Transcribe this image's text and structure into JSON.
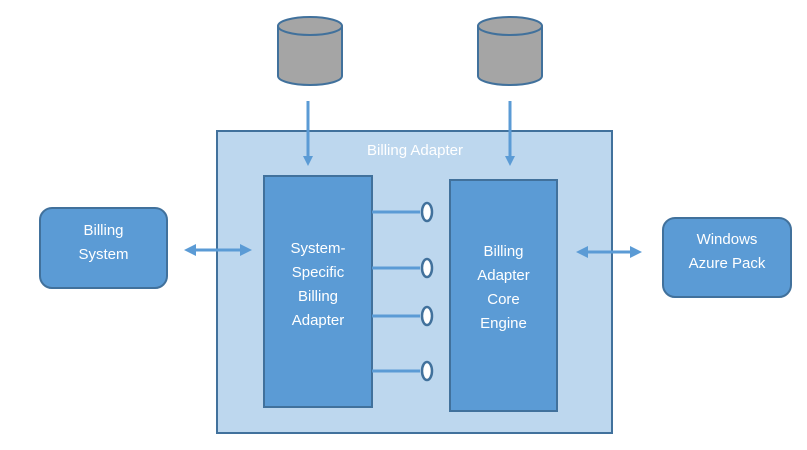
{
  "container": {
    "title": "Billing Adapter"
  },
  "billing_system": {
    "label": "Billing\nSystem"
  },
  "windows_azure_pack": {
    "label": "Windows\nAzure Pack"
  },
  "system_specific_adapter": {
    "label": "System-\nSpecific\nBilling\nAdapter"
  },
  "core_engine": {
    "label": "Billing\nAdapter\nCore\nEngine"
  },
  "colors": {
    "container_fill": "#BDD7EE",
    "container_border": "#41719C",
    "box_fill": "#5B9BD5",
    "box_border": "#41719C",
    "arrow": "#5B9BD5",
    "database_fill": "#A5A5A5",
    "database_border": "#41719C",
    "label_text": "#FFFFFF"
  },
  "icons": {
    "database": "database-icon",
    "connector": "lollipop-connector-icon"
  }
}
